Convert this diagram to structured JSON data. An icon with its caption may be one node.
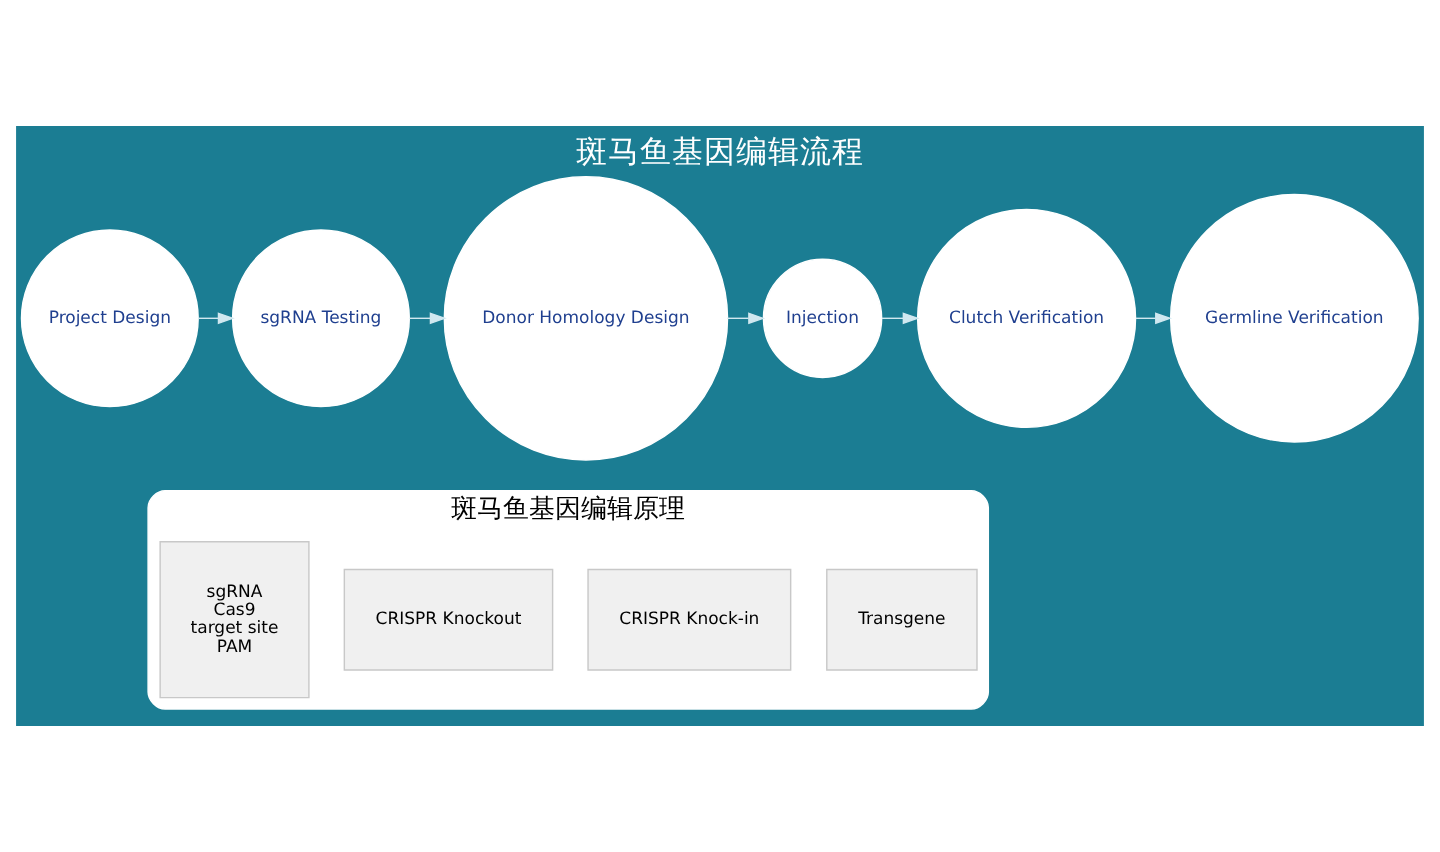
{
  "diagram": {
    "title": "斑马鱼基因编辑流程",
    "nodes": [
      {
        "text": [
          "Project Design"
        ]
      },
      {
        "text": [
          "sgRNA Testing"
        ]
      },
      {
        "text": [
          "Donor Homology Design"
        ]
      },
      {
        "text": [
          "Injection"
        ]
      },
      {
        "text": [
          "Clutch Verification"
        ]
      },
      {
        "text": [
          "Germline Verification"
        ]
      },
      {
        "text": [
          "斑马鱼基因编辑原理"
        ]
      },
      {
        "text": [
          "sgRNA",
          "Cas9",
          "target site",
          "PAM"
        ],
        "in": 6
      },
      {
        "text": [
          "CRISPR Knockout"
        ],
        "in": 6
      },
      {
        "text": [
          "CRISPR Knock-in"
        ],
        "in": 6
      },
      {
        "text": [
          "Transgene"
        ],
        "in": 6
      }
    ],
    "edges": [
      {
        "from": 0,
        "to": 1,
        "arrow": "to"
      },
      {
        "from": 1,
        "to": 2,
        "arrow": "to"
      },
      {
        "from": 2,
        "to": 3,
        "arrow": "to"
      },
      {
        "from": 3,
        "to": 4,
        "arrow": "to"
      },
      {
        "from": 4,
        "to": 5,
        "arrow": "to"
      }
    ]
  }
}
